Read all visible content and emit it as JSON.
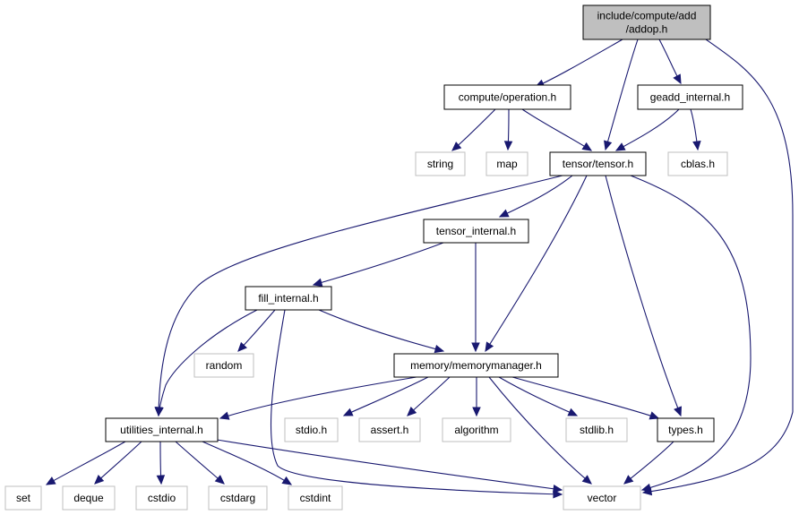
{
  "graph": {
    "colors": {
      "edge": "#191970",
      "root_fill": "#bfbfbf",
      "root_border": "#000000",
      "node_border": "#000000",
      "external_border": "#bfbfbf",
      "text": "#000000"
    },
    "nodes": [
      {
        "id": "root",
        "kind": "root",
        "lines": [
          "include/compute/add",
          "/addop.h"
        ]
      },
      {
        "id": "operation",
        "kind": "file",
        "lines": [
          "compute/operation.h"
        ]
      },
      {
        "id": "geadd",
        "kind": "file",
        "lines": [
          "geadd_internal.h"
        ]
      },
      {
        "id": "string",
        "kind": "external",
        "lines": [
          "string"
        ]
      },
      {
        "id": "map",
        "kind": "external",
        "lines": [
          "map"
        ]
      },
      {
        "id": "tensor",
        "kind": "file",
        "lines": [
          "tensor/tensor.h"
        ]
      },
      {
        "id": "cblas",
        "kind": "external",
        "lines": [
          "cblas.h"
        ]
      },
      {
        "id": "tensor_internal",
        "kind": "file",
        "lines": [
          "tensor_internal.h"
        ]
      },
      {
        "id": "fill_internal",
        "kind": "file",
        "lines": [
          "fill_internal.h"
        ]
      },
      {
        "id": "random",
        "kind": "external",
        "lines": [
          "random"
        ]
      },
      {
        "id": "memorymanager",
        "kind": "file",
        "lines": [
          "memory/memorymanager.h"
        ]
      },
      {
        "id": "utilities",
        "kind": "file",
        "lines": [
          "utilities_internal.h"
        ]
      },
      {
        "id": "stdio",
        "kind": "external",
        "lines": [
          "stdio.h"
        ]
      },
      {
        "id": "assert",
        "kind": "external",
        "lines": [
          "assert.h"
        ]
      },
      {
        "id": "algorithm",
        "kind": "external",
        "lines": [
          "algorithm"
        ]
      },
      {
        "id": "stdlib",
        "kind": "external",
        "lines": [
          "stdlib.h"
        ]
      },
      {
        "id": "types",
        "kind": "file",
        "lines": [
          "types.h"
        ]
      },
      {
        "id": "set",
        "kind": "external",
        "lines": [
          "set"
        ]
      },
      {
        "id": "deque",
        "kind": "external",
        "lines": [
          "deque"
        ]
      },
      {
        "id": "cstdio",
        "kind": "external",
        "lines": [
          "cstdio"
        ]
      },
      {
        "id": "cstdarg",
        "kind": "external",
        "lines": [
          "cstdarg"
        ]
      },
      {
        "id": "cstdint",
        "kind": "external",
        "lines": [
          "cstdint"
        ]
      },
      {
        "id": "vector",
        "kind": "external",
        "lines": [
          "vector"
        ]
      }
    ],
    "edges": [
      {
        "from": "root",
        "to": "operation"
      },
      {
        "from": "root",
        "to": "tensor"
      },
      {
        "from": "root",
        "to": "geadd"
      },
      {
        "from": "root",
        "to": "vector"
      },
      {
        "from": "operation",
        "to": "string"
      },
      {
        "from": "operation",
        "to": "map"
      },
      {
        "from": "operation",
        "to": "tensor"
      },
      {
        "from": "geadd",
        "to": "tensor"
      },
      {
        "from": "geadd",
        "to": "cblas"
      },
      {
        "from": "tensor",
        "to": "tensor_internal"
      },
      {
        "from": "tensor",
        "to": "memorymanager"
      },
      {
        "from": "tensor",
        "to": "utilities"
      },
      {
        "from": "tensor",
        "to": "types"
      },
      {
        "from": "tensor",
        "to": "vector"
      },
      {
        "from": "tensor_internal",
        "to": "fill_internal"
      },
      {
        "from": "tensor_internal",
        "to": "memorymanager"
      },
      {
        "from": "fill_internal",
        "to": "random"
      },
      {
        "from": "fill_internal",
        "to": "memorymanager"
      },
      {
        "from": "fill_internal",
        "to": "utilities"
      },
      {
        "from": "fill_internal",
        "to": "vector"
      },
      {
        "from": "memorymanager",
        "to": "utilities"
      },
      {
        "from": "memorymanager",
        "to": "stdio"
      },
      {
        "from": "memorymanager",
        "to": "assert"
      },
      {
        "from": "memorymanager",
        "to": "algorithm"
      },
      {
        "from": "memorymanager",
        "to": "stdlib"
      },
      {
        "from": "memorymanager",
        "to": "types"
      },
      {
        "from": "memorymanager",
        "to": "vector"
      },
      {
        "from": "utilities",
        "to": "set"
      },
      {
        "from": "utilities",
        "to": "deque"
      },
      {
        "from": "utilities",
        "to": "cstdio"
      },
      {
        "from": "utilities",
        "to": "cstdarg"
      },
      {
        "from": "utilities",
        "to": "cstdint"
      },
      {
        "from": "utilities",
        "to": "vector"
      },
      {
        "from": "types",
        "to": "vector"
      }
    ]
  }
}
